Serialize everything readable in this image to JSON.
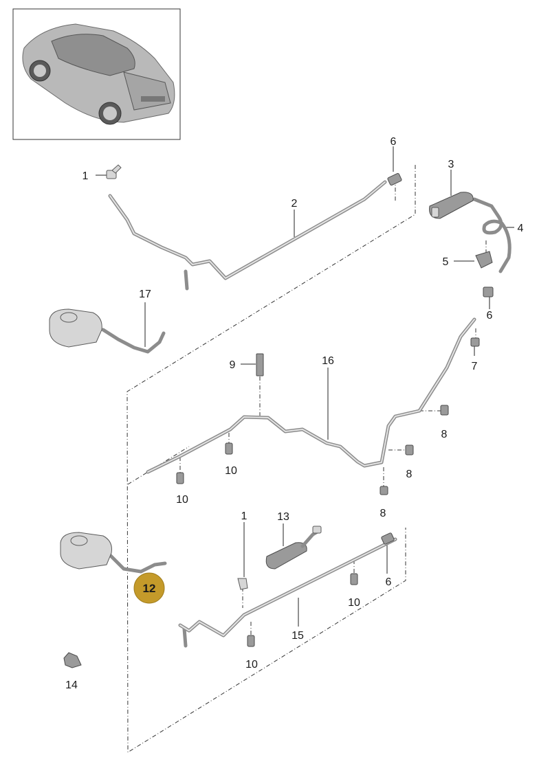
{
  "callouts": {
    "c1a": "1",
    "c2": "2",
    "c3": "3",
    "c4": "4",
    "c5": "5",
    "c6a": "6",
    "c6b": "6",
    "c6c": "6",
    "c7": "7",
    "c8a": "8",
    "c8b": "8",
    "c8c": "8",
    "c9": "9",
    "c10a": "10",
    "c10b": "10",
    "c10c": "10",
    "c10d": "10",
    "c12": "12",
    "c13": "13",
    "c14": "14",
    "c15": "15",
    "c16": "16",
    "c17": "17",
    "c1b": "1"
  },
  "colors": {
    "highlight_badge": "#c49a2a",
    "pipe": "#8c8c8c",
    "part": "#d6d6d6"
  }
}
